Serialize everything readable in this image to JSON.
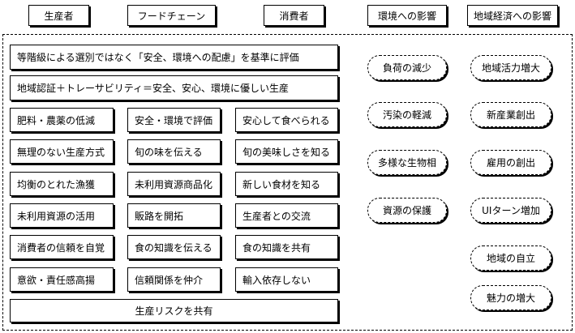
{
  "headers": {
    "producer": "生産者",
    "food_chain": "フードチェーン",
    "consumer": "消費者",
    "environment": "環境への影響",
    "regional_economy": "地域経済への影響"
  },
  "wide_rows": [
    "等階級による選別ではなく「安全、環境への配慮」を基準に評価",
    "地域認証＋トレーサビリティ＝安全、安心、環境に優しい生産"
  ],
  "producer_column": [
    "肥料・農薬の低減",
    "無理のない生産方式",
    "均衡のとれた漁獲",
    "未利用資源の活用",
    "消費者の信頼を自覚",
    "意欲・責任感高揚"
  ],
  "food_chain_column": [
    "安全・環境で評価",
    "旬の味を伝える",
    "未利用資源商品化",
    "販路を開拓",
    "食の知識を伝える",
    "信頼関係を仲介"
  ],
  "consumer_column": [
    "安心して食べられる",
    "旬の美味しさを知る",
    "新しい食材を知る",
    "生産者との交流",
    "食の知識を共有",
    "輸入依存しない"
  ],
  "bottom_row": "生産リスクを共有",
  "environment_effects": [
    "負荷の減少",
    "汚染の軽減",
    "多様な生物相",
    "資源の保護"
  ],
  "economy_effects": [
    "地域活力増大",
    "新産業創出",
    "雇用の創出",
    "UIターン増加",
    "地域の自立",
    "魅力の増大"
  ]
}
